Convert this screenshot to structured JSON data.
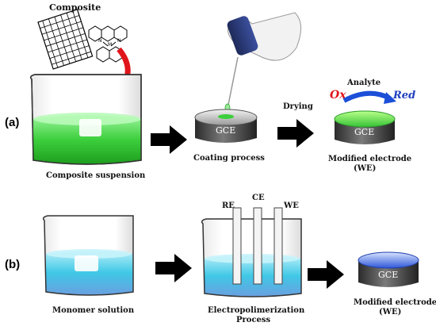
{
  "panel_a": {
    "label": "(a)",
    "composite_label": "Composite",
    "suspension_label": "Composite suspension",
    "coating_label": "Coating process",
    "drying_label": "Drying",
    "analyte_label": "Analyte",
    "ox_label": "Ox",
    "red_label": "Red",
    "modified_line1": "Modified electrode",
    "modified_line2": "(WE)",
    "gce_text": "GCE",
    "ligand_atom_n": "N",
    "ligand_atom_m": "M"
  },
  "panel_b": {
    "label": "(b)",
    "monomer_label": "Monomer solution",
    "electropol_line1": "Electropolimerization",
    "electropol_line2": "Process",
    "re_label": "RE",
    "ce_label": "CE",
    "we_label": "WE",
    "modified_line1": "Modified electrode",
    "modified_line2": "(WE)",
    "gce_text": "GCE"
  },
  "colors": {
    "green_solution": "#3ccf3c",
    "cyan_solution": "#3fc8e6",
    "electrode_body": "#4a4a4a",
    "arrow": "#000000",
    "ox_text": "#e0151b",
    "red_text": "#1f3fbf",
    "redox_arrow": "#1c4fd8",
    "red_curved_arrow": "#e0151b"
  },
  "icons": [
    "beaker-icon",
    "graphene-sheet-icon",
    "phenanthroline-complex-icon",
    "pipette-hand-icon",
    "electrode-icon",
    "arrow-icon"
  ]
}
